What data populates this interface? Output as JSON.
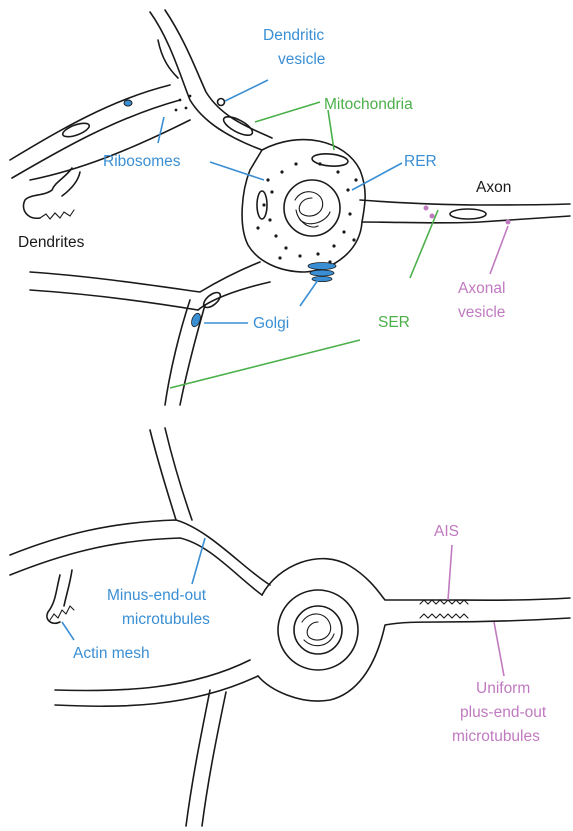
{
  "colors": {
    "blue": "#3a8fd4",
    "green": "#4bb04a",
    "purple": "#c07ac0",
    "black": "#1a1a1a"
  },
  "top_panel": {
    "labels": {
      "dendritic_vesicle": [
        "Dendritic",
        "vesicle"
      ],
      "mitochondria": "Mitochondria",
      "ribosomes": "Ribosomes",
      "rer": "RER",
      "axon": "Axon",
      "dendrites": "Dendrites",
      "axonal_vesicle": [
        "Axonal",
        "vesicle"
      ],
      "golgi": "Golgi",
      "ser": "SER"
    }
  },
  "bottom_panel": {
    "labels": {
      "ais": "AIS",
      "minus_end_out": [
        "Minus-end-out",
        "microtubules"
      ],
      "actin_mesh": "Actin mesh",
      "uniform_plus_end_out": [
        "Uniform",
        "plus-end-out",
        "microtubules"
      ]
    }
  }
}
